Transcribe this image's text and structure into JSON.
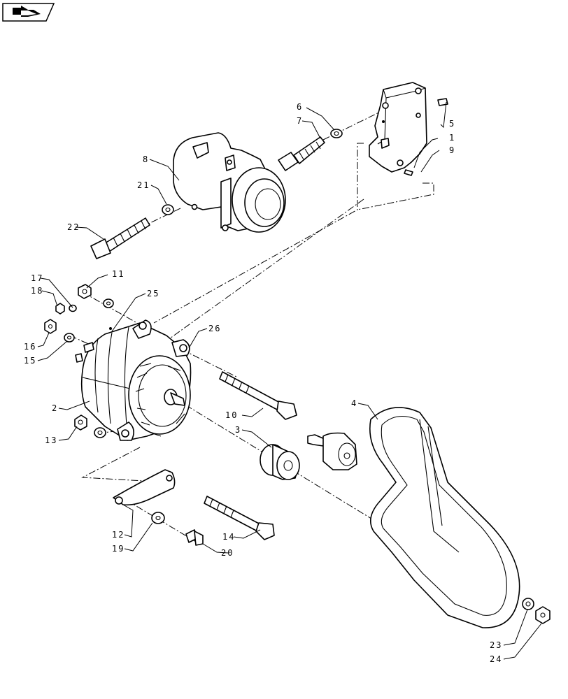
{
  "nav": {
    "icon": "back-arrow-icon"
  },
  "callouts": [
    {
      "id": "c1",
      "text": "1"
    },
    {
      "id": "c2",
      "text": "2"
    },
    {
      "id": "c3",
      "text": "3"
    },
    {
      "id": "c4",
      "text": "4"
    },
    {
      "id": "c5",
      "text": "5"
    },
    {
      "id": "c6",
      "text": "6"
    },
    {
      "id": "c7",
      "text": "7"
    },
    {
      "id": "c8",
      "text": "8"
    },
    {
      "id": "c9",
      "text": "9"
    },
    {
      "id": "c10",
      "text": "10"
    },
    {
      "id": "c11",
      "text": "11"
    },
    {
      "id": "c12",
      "text": "12"
    },
    {
      "id": "c13",
      "text": "13"
    },
    {
      "id": "c14",
      "text": "14"
    },
    {
      "id": "c15",
      "text": "15"
    },
    {
      "id": "c16",
      "text": "16"
    },
    {
      "id": "c17",
      "text": "17"
    },
    {
      "id": "c18",
      "text": "18"
    },
    {
      "id": "c19",
      "text": "19"
    },
    {
      "id": "c20",
      "text": "20"
    },
    {
      "id": "c21",
      "text": "21"
    },
    {
      "id": "c22",
      "text": "22"
    },
    {
      "id": "c23",
      "text": "23"
    },
    {
      "id": "c24",
      "text": "24"
    },
    {
      "id": "c25",
      "text": "25"
    },
    {
      "id": "c26",
      "text": "26"
    }
  ]
}
